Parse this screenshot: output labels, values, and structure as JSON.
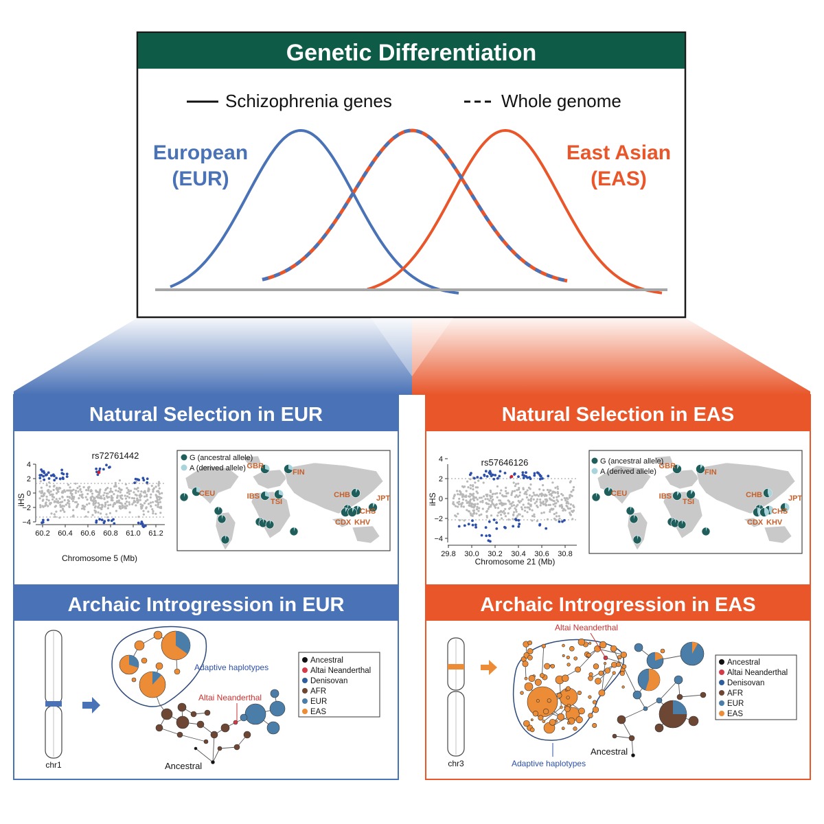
{
  "top_panel": {
    "title": "Genetic Differentiation",
    "legend_solid": "Schizophrenia genes",
    "legend_dashed": "Whole genome",
    "eur_label_1": "European",
    "eur_label_2": "(EUR)",
    "eas_label_1": "East Asian",
    "eas_label_2": "(EAS)"
  },
  "colors": {
    "title_bar": "#0e5b47",
    "eur": "#4a72b6",
    "eas": "#e8562a",
    "gray_point": "#b8b8b8",
    "blue_point": "#2d4fa8",
    "ancestral": "#111111",
    "altai": "#d23c4b",
    "denisovan": "#2e5e9c",
    "afr": "#6e4634",
    "eur_node": "#4a7ea8",
    "eas_node": "#ec8c36",
    "allele_g": "#1f5e5a",
    "allele_a": "#a9d4dc",
    "pop_label": "#c65f2a"
  },
  "eur_panels": {
    "selection_title": "Natural Selection in EUR",
    "introgression_title": "Archaic Introgression in EUR",
    "snp_label": "rs72761442",
    "y_axis_label": "iHS",
    "y_ticks": [
      "4",
      "2",
      "0",
      "−2",
      "−4"
    ],
    "x_ticks": [
      "60.2",
      "60.4",
      "60.6",
      "60.8",
      "61.0",
      "61.2"
    ],
    "x_axis_label": "Chromosome 5 (Mb)",
    "chromosome_label": "chr1",
    "adaptive_label": "Adaptive haplotypes",
    "altai_label": "Altai Neanderthal",
    "ancestral_label": "Ancestral"
  },
  "eas_panels": {
    "selection_title": "Natural Selection in EAS",
    "introgression_title": "Archaic Introgression in EAS",
    "snp_label": "rs57646126",
    "y_axis_label": "iHS",
    "y_ticks": [
      "4",
      "2",
      "0",
      "−2",
      "−4"
    ],
    "x_ticks": [
      "29.8",
      "30.0",
      "30.2",
      "30.4",
      "30.6",
      "30.8"
    ],
    "x_axis_label": "Chromosome 21 (Mb)",
    "chromosome_label": "chr3",
    "adaptive_label": "Adaptive haplotypes",
    "altai_label": "Altai Neanderthal",
    "ancestral_label": "Ancestral"
  },
  "map_legend": {
    "g_allele": "G (ancestral allele)",
    "a_allele": "A (derived allele)"
  },
  "populations": [
    "GBR",
    "FIN",
    "CEU",
    "IBS",
    "TSI",
    "CHB",
    "JPT",
    "CHS",
    "CDX",
    "KHV"
  ],
  "network_legend": [
    "Ancestral",
    "Altai Neanderthal",
    "Denisovan",
    "AFR",
    "EUR",
    "EAS"
  ]
}
